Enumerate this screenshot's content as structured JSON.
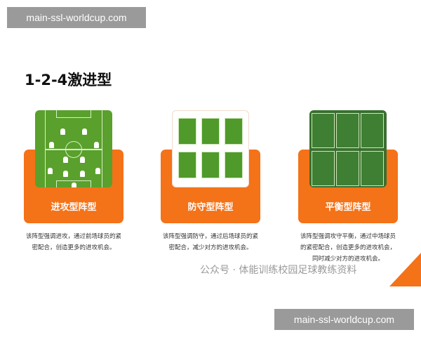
{
  "watermark_top": "main-ssl-worldcup.com",
  "watermark_bottom": "main-ssl-worldcup.com",
  "title": "1-2-4激进型",
  "cards": [
    {
      "label": "进攻型阵型",
      "desc": "该阵型强调进攻，通过前场球员的紧密配合，创造更多的进攻机会。"
    },
    {
      "label": "防守型阵型",
      "desc": "该阵型强调防守，通过后场球员的紧密配合，减少对方的进攻机会。"
    },
    {
      "label": "平衡型阵型",
      "desc": "该阵型强调攻守平衡，通过中场球员的紧密配合，创造更多的进攻机会，同时减少对方的进攻机会。"
    }
  ],
  "wechat_watermark": "公众号 · 体能训练校园足球教练资料",
  "colors": {
    "orange": "#f47218",
    "pitch": "#5aa02c"
  }
}
